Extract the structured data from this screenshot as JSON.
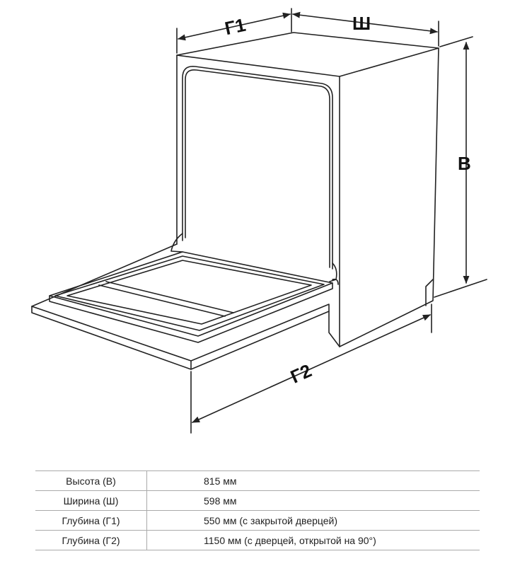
{
  "diagram": {
    "labels": {
      "depth1": "Г1",
      "width": "Ш",
      "height": "В",
      "depth2": "Г2"
    }
  },
  "table": {
    "rows": [
      {
        "param": "Высота (В)",
        "value": "815 мм"
      },
      {
        "param": "Ширина (Ш)",
        "value": "598 мм"
      },
      {
        "param": "Глубина (Г1)",
        "value": "550 мм (с закрытой дверцей)"
      },
      {
        "param": "Глубина (Г2)",
        "value": "1150 мм (с дверцей, открытой на 90°)"
      }
    ]
  }
}
